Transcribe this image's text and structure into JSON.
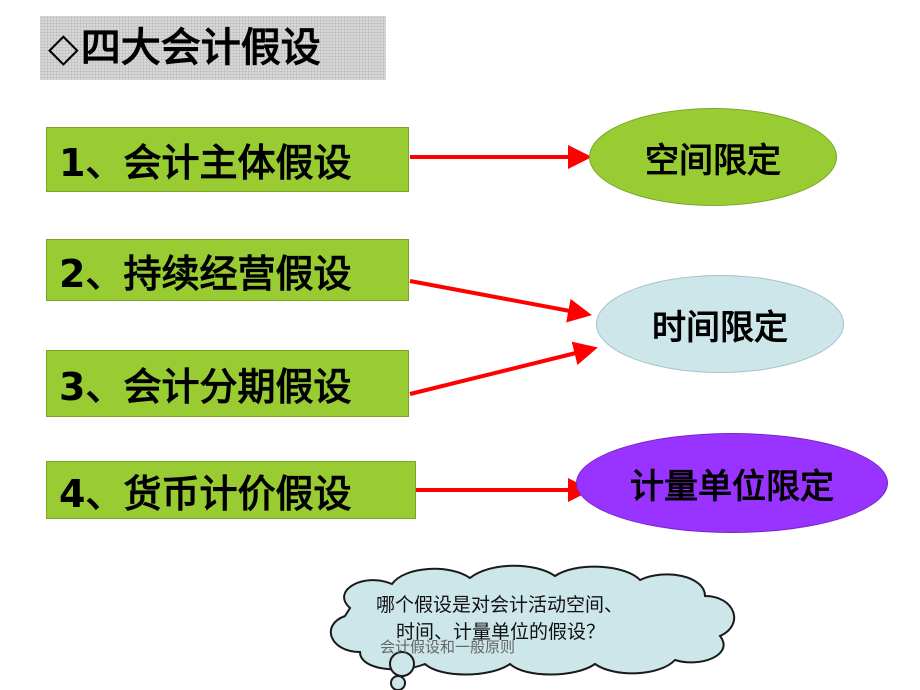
{
  "title": {
    "symbol": "◇",
    "text": "四大会计假设"
  },
  "assumptions": [
    {
      "label": "1、会计主体假设"
    },
    {
      "label": "2、持续经营假设"
    },
    {
      "label": "3、会计分期假设"
    },
    {
      "label": "4、货币计价假设"
    }
  ],
  "limits": [
    {
      "label": "空间限定",
      "color": "#99cc33"
    },
    {
      "label": "时间限定",
      "color": "#cce6ea"
    },
    {
      "label": "计量单位限定",
      "color": "#9933ff"
    }
  ],
  "colors": {
    "assumption_box": "#99cc33",
    "arrow": "#ff0000",
    "cloud_fill": "#cce6ea",
    "title_box": "#d8d8d8"
  },
  "cloud": {
    "line1": "哪个假设是对会计活动空间、",
    "line2": "时间、计量单位的假设？"
  },
  "footer": {
    "text": "会计假设和一般原则"
  }
}
